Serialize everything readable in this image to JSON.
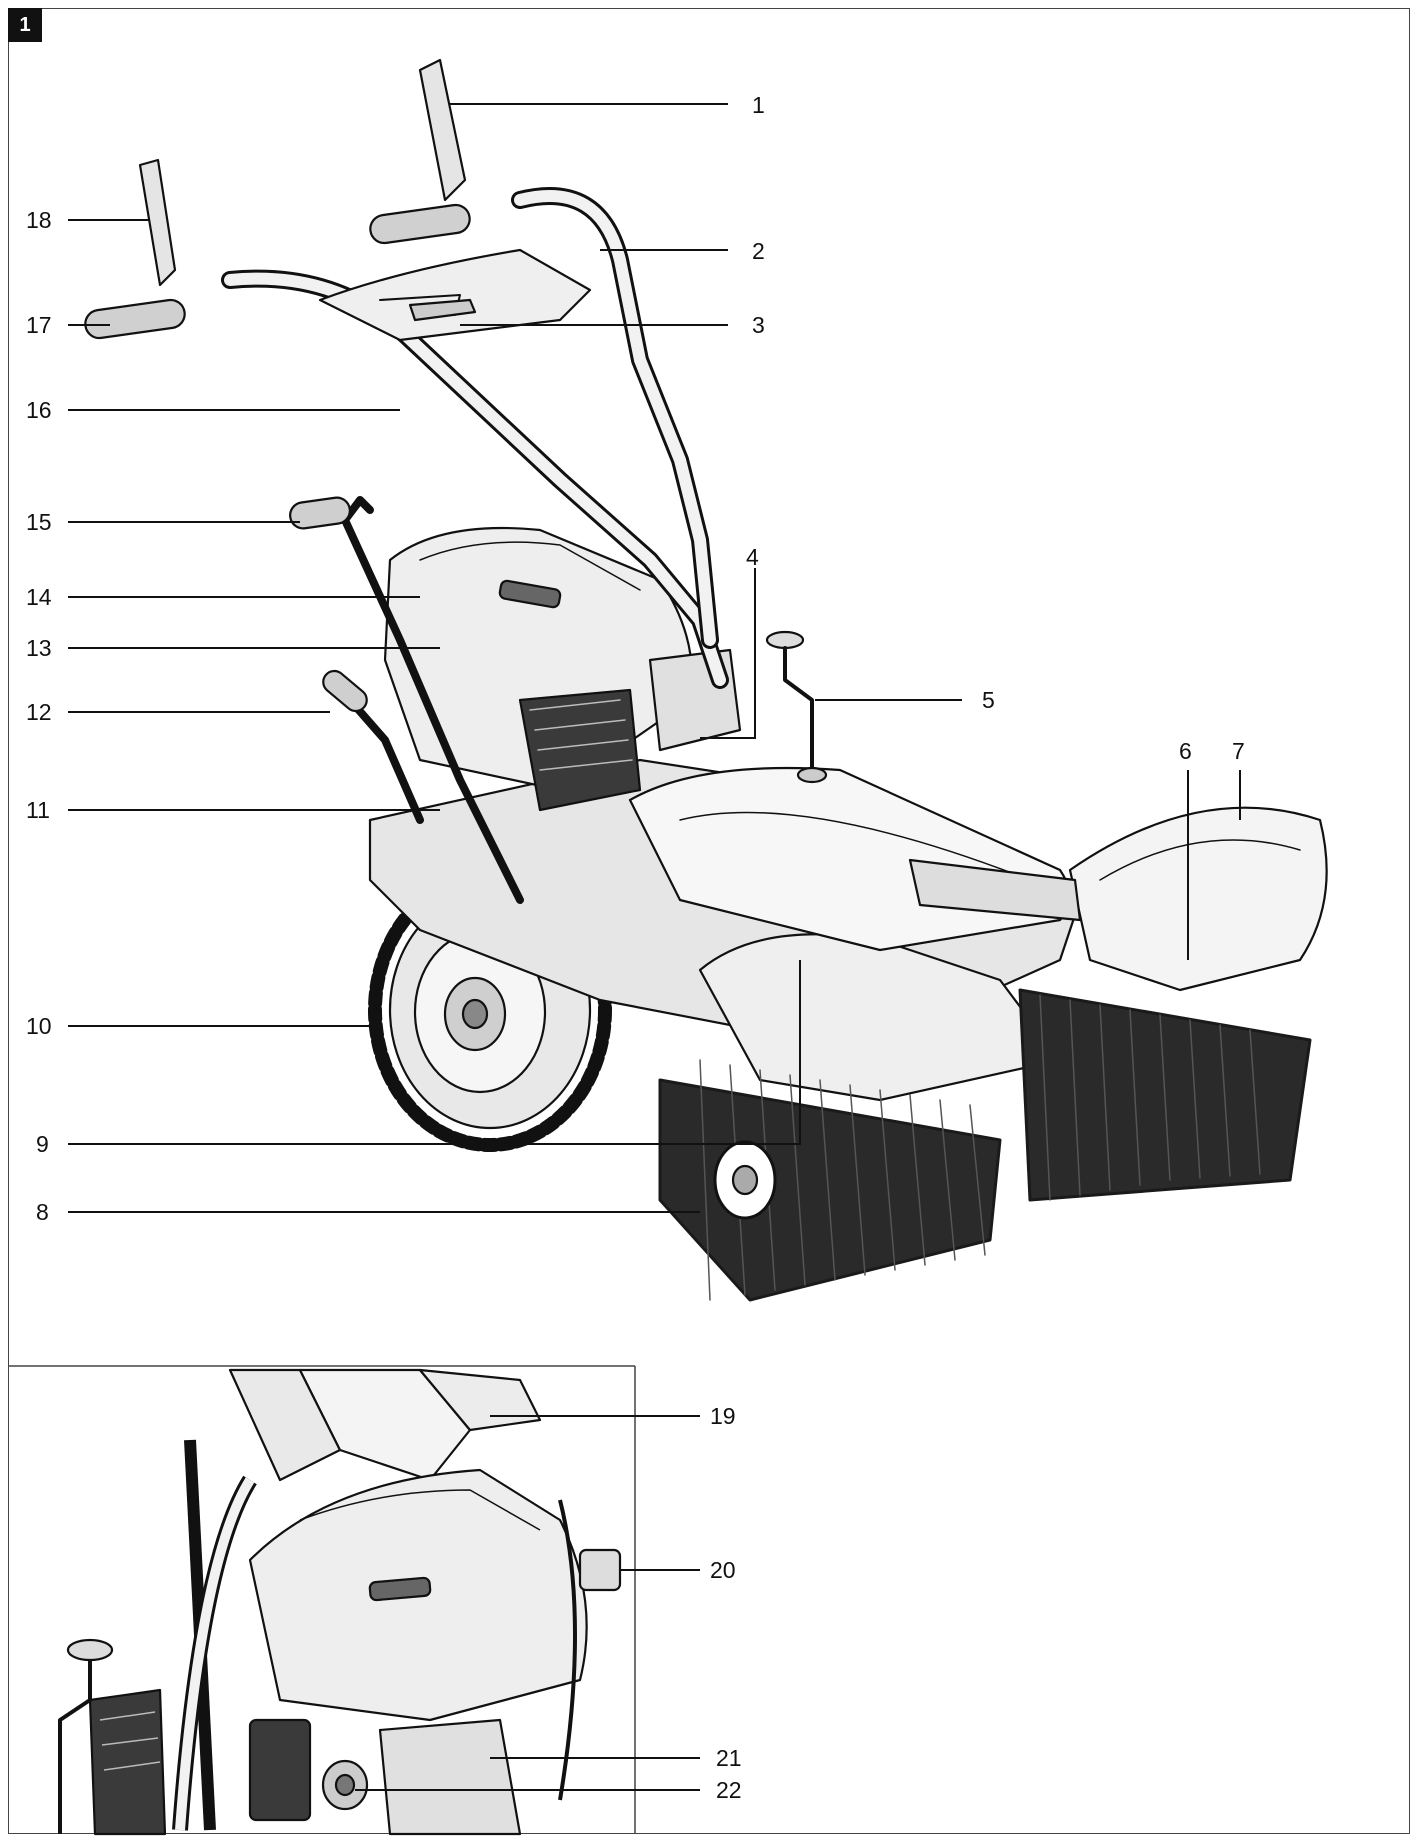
{
  "figure_label": "1",
  "callouts": {
    "c1": "1",
    "c2": "2",
    "c3": "3",
    "c4": "4",
    "c5": "5",
    "c6": "6",
    "c7": "7",
    "c8": "8",
    "c9": "9",
    "c10": "10",
    "c11": "11",
    "c12": "12",
    "c13": "13",
    "c14": "14",
    "c15": "15",
    "c16": "16",
    "c17": "17",
    "c18": "18",
    "c19": "19",
    "c20": "20",
    "c21": "21",
    "c22": "22"
  },
  "colors": {
    "stroke": "#111111",
    "fill_light": "#f2f2f2",
    "fill_mid": "#d9d9d9",
    "fill_dark": "#4a4a4a",
    "bristle": "#1a1a1a"
  }
}
